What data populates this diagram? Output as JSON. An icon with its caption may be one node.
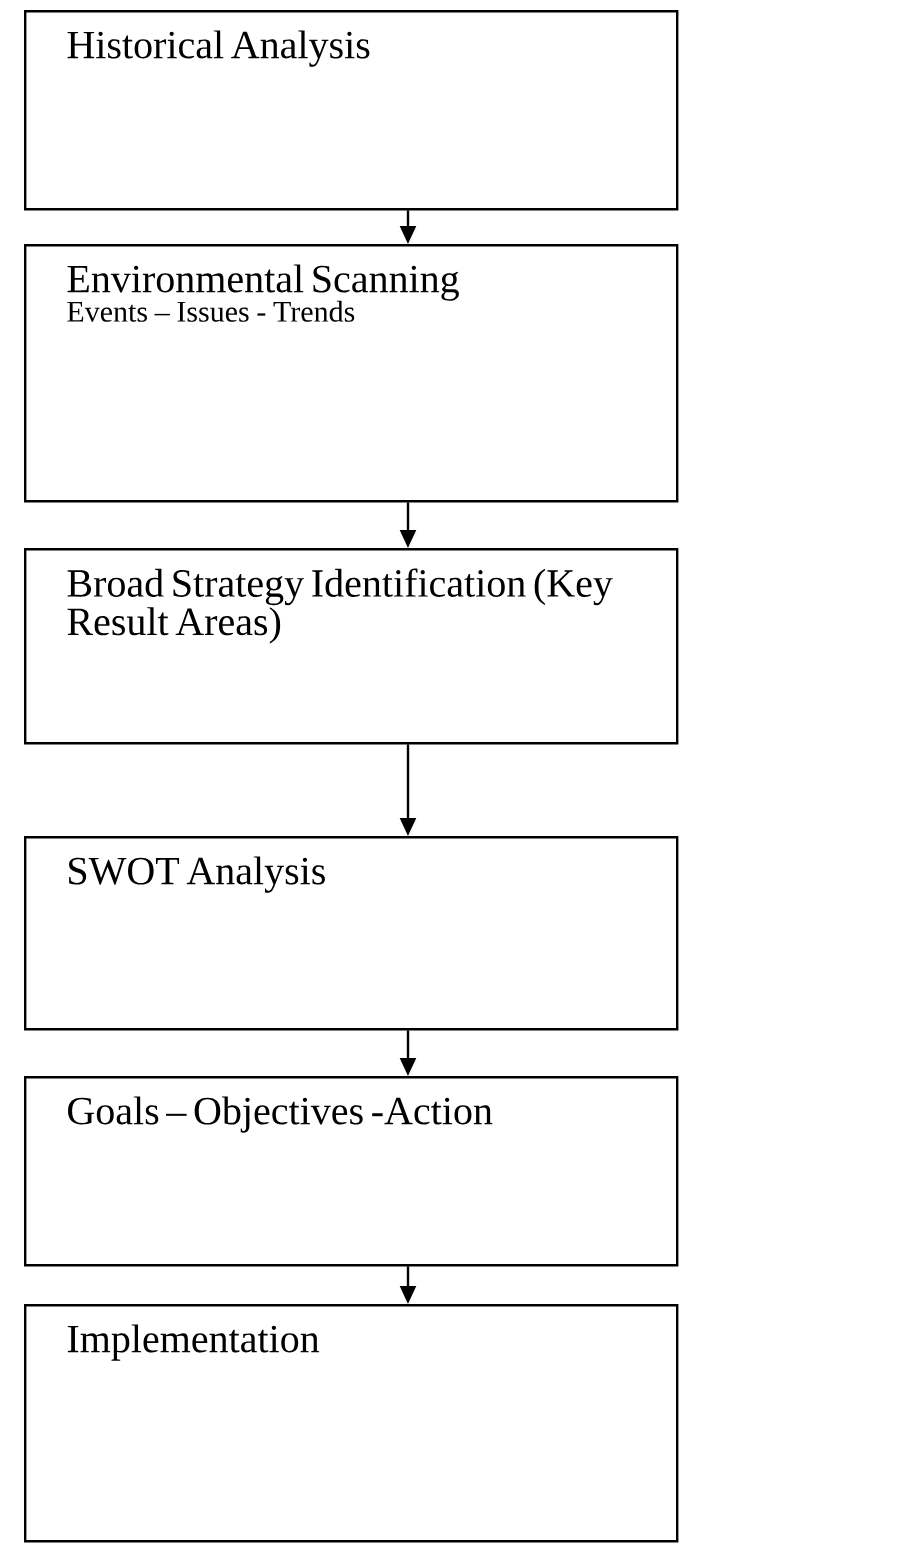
{
  "diagram": {
    "nodes": [
      {
        "text": [
          "Historical Analysis"
        ]
      },
      {
        "text": [
          "Environmental Scanning",
          "Events – Issues - Trends"
        ]
      },
      {
        "text": [
          "Broad Strategy Identification (Key Result Areas)"
        ]
      },
      {
        "text": [
          "SWOT Analysis"
        ]
      },
      {
        "text": [
          "Goals – Objectives -Action"
        ]
      },
      {
        "text": [
          "Implementation"
        ]
      }
    ],
    "edges": [
      {
        "from": 0,
        "to": 1,
        "arrow": "to"
      },
      {
        "from": 1,
        "to": 2,
        "arrow": "to"
      },
      {
        "from": 2,
        "to": 3,
        "arrow": "to"
      },
      {
        "from": 3,
        "to": 4,
        "arrow": "to"
      },
      {
        "from": 4,
        "to": 5,
        "arrow": "to"
      }
    ]
  }
}
